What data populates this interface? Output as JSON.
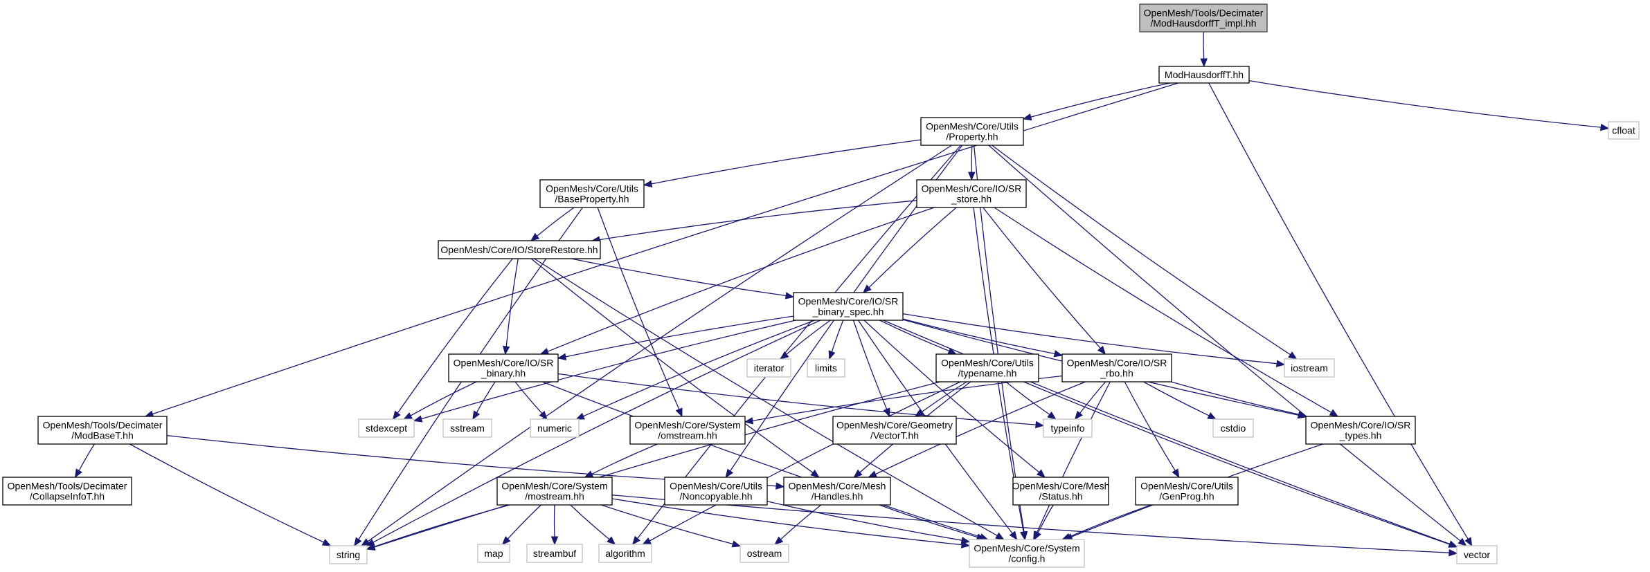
{
  "graph": {
    "title": "Include dependency graph for ModHausdorffT_impl.hh",
    "colors": {
      "edge": "#191970",
      "root_fill": "#bfbfbf",
      "project_border": "#000000",
      "system_border": "#bfbfbf"
    },
    "nodes": [
      {
        "id": "root",
        "kind": "root",
        "lines": [
          "OpenMesh/Tools/Decimater",
          "/ModHausdorffT_impl.hh"
        ]
      },
      {
        "id": "modhausdorff",
        "kind": "project",
        "lines": [
          "ModHausdorffT.hh"
        ]
      },
      {
        "id": "cfloat",
        "kind": "system",
        "lines": [
          "cfloat"
        ]
      },
      {
        "id": "property",
        "kind": "project",
        "lines": [
          "OpenMesh/Core/Utils",
          "/Property.hh"
        ]
      },
      {
        "id": "baseproperty",
        "kind": "project",
        "lines": [
          "OpenMesh/Core/Utils",
          "/BaseProperty.hh"
        ]
      },
      {
        "id": "srstore",
        "kind": "project",
        "lines": [
          "OpenMesh/Core/IO/SR",
          "_store.hh"
        ]
      },
      {
        "id": "storerestore",
        "kind": "project",
        "lines": [
          "OpenMesh/Core/IO/StoreRestore.hh"
        ]
      },
      {
        "id": "srbinaryspec",
        "kind": "project",
        "lines": [
          "OpenMesh/Core/IO/SR",
          "_binary_spec.hh"
        ]
      },
      {
        "id": "srbinary",
        "kind": "project",
        "lines": [
          "OpenMesh/Core/IO/SR",
          "_binary.hh"
        ]
      },
      {
        "id": "iterator",
        "kind": "system",
        "lines": [
          "iterator"
        ]
      },
      {
        "id": "limits",
        "kind": "system",
        "lines": [
          "limits"
        ]
      },
      {
        "id": "typename",
        "kind": "project",
        "lines": [
          "OpenMesh/Core/Utils",
          "/typename.hh"
        ]
      },
      {
        "id": "srrbo",
        "kind": "project",
        "lines": [
          "OpenMesh/Core/IO/SR",
          "_rbo.hh"
        ]
      },
      {
        "id": "iostream",
        "kind": "system",
        "lines": [
          "iostream"
        ]
      },
      {
        "id": "modbase",
        "kind": "project",
        "lines": [
          "OpenMesh/Tools/Decimater",
          "/ModBaseT.hh"
        ]
      },
      {
        "id": "stdexcept",
        "kind": "system",
        "lines": [
          "stdexcept"
        ]
      },
      {
        "id": "sstream",
        "kind": "system",
        "lines": [
          "sstream"
        ]
      },
      {
        "id": "numeric",
        "kind": "system",
        "lines": [
          "numeric"
        ]
      },
      {
        "id": "omstream",
        "kind": "project",
        "lines": [
          "OpenMesh/Core/System",
          "/omstream.hh"
        ]
      },
      {
        "id": "vectort",
        "kind": "project",
        "lines": [
          "OpenMesh/Core/Geometry",
          "/VectorT.hh"
        ]
      },
      {
        "id": "typeinfo",
        "kind": "system",
        "lines": [
          "typeinfo"
        ]
      },
      {
        "id": "cstdio",
        "kind": "system",
        "lines": [
          "cstdio"
        ]
      },
      {
        "id": "srtypes",
        "kind": "project",
        "lines": [
          "OpenMesh/Core/IO/SR",
          "_types.hh"
        ]
      },
      {
        "id": "collapseinfo",
        "kind": "project",
        "lines": [
          "OpenMesh/Tools/Decimater",
          "/CollapseInfoT.hh"
        ]
      },
      {
        "id": "mostream",
        "kind": "project",
        "lines": [
          "OpenMesh/Core/System",
          "/mostream.hh"
        ]
      },
      {
        "id": "noncopyable",
        "kind": "project",
        "lines": [
          "OpenMesh/Core/Utils",
          "/Noncopyable.hh"
        ]
      },
      {
        "id": "handles",
        "kind": "project",
        "lines": [
          "OpenMesh/Core/Mesh",
          "/Handles.hh"
        ]
      },
      {
        "id": "status",
        "kind": "project",
        "lines": [
          "OpenMesh/Core/Mesh",
          "/Status.hh"
        ]
      },
      {
        "id": "genprog",
        "kind": "project",
        "lines": [
          "OpenMesh/Core/Utils",
          "/GenProg.hh"
        ]
      },
      {
        "id": "string",
        "kind": "system",
        "lines": [
          "string"
        ]
      },
      {
        "id": "map",
        "kind": "system",
        "lines": [
          "map"
        ]
      },
      {
        "id": "streambuf",
        "kind": "system",
        "lines": [
          "streambuf"
        ]
      },
      {
        "id": "algorithm",
        "kind": "system",
        "lines": [
          "algorithm"
        ]
      },
      {
        "id": "ostream",
        "kind": "system",
        "lines": [
          "ostream"
        ]
      },
      {
        "id": "config",
        "kind": "system",
        "lines": [
          "OpenMesh/Core/System",
          "/config.h"
        ]
      },
      {
        "id": "vector",
        "kind": "system",
        "lines": [
          "vector"
        ]
      }
    ],
    "edges": [
      [
        "root",
        "modhausdorff"
      ],
      [
        "modhausdorff",
        "modbase"
      ],
      [
        "modhausdorff",
        "property"
      ],
      [
        "modhausdorff",
        "cfloat"
      ],
      [
        "modhausdorff",
        "vector"
      ],
      [
        "modbase",
        "collapseinfo"
      ],
      [
        "modbase",
        "string"
      ],
      [
        "modbase",
        "handles"
      ],
      [
        "property",
        "baseproperty"
      ],
      [
        "property",
        "srstore"
      ],
      [
        "property",
        "string"
      ],
      [
        "property",
        "algorithm"
      ],
      [
        "property",
        "noncopyable"
      ],
      [
        "property",
        "iostream"
      ],
      [
        "property",
        "config"
      ],
      [
        "property",
        "vector"
      ],
      [
        "baseproperty",
        "storerestore"
      ],
      [
        "baseproperty",
        "omstream"
      ],
      [
        "baseproperty",
        "string"
      ],
      [
        "srstore",
        "storerestore"
      ],
      [
        "srstore",
        "srbinary"
      ],
      [
        "srstore",
        "srbinaryspec"
      ],
      [
        "srstore",
        "srrbo"
      ],
      [
        "srstore",
        "srtypes"
      ],
      [
        "srstore",
        "config"
      ],
      [
        "storerestore",
        "srbinaryspec"
      ],
      [
        "storerestore",
        "srbinary"
      ],
      [
        "storerestore",
        "stdexcept"
      ],
      [
        "storerestore",
        "config"
      ],
      [
        "storerestore",
        "handles"
      ],
      [
        "srbinaryspec",
        "srbinary"
      ],
      [
        "srbinaryspec",
        "iterator"
      ],
      [
        "srbinaryspec",
        "limits"
      ],
      [
        "srbinaryspec",
        "typename"
      ],
      [
        "srbinaryspec",
        "srrbo"
      ],
      [
        "srbinaryspec",
        "iostream"
      ],
      [
        "srbinaryspec",
        "stdexcept"
      ],
      [
        "srbinaryspec",
        "numeric"
      ],
      [
        "srbinaryspec",
        "string"
      ],
      [
        "srbinaryspec",
        "vectort"
      ],
      [
        "srbinaryspec",
        "srtypes"
      ],
      [
        "srbinaryspec",
        "config"
      ],
      [
        "srbinaryspec",
        "vector"
      ],
      [
        "srbinaryspec",
        "status"
      ],
      [
        "srbinary",
        "stdexcept"
      ],
      [
        "srbinary",
        "sstream"
      ],
      [
        "srbinary",
        "numeric"
      ],
      [
        "srbinary",
        "typeinfo"
      ],
      [
        "srbinary",
        "config"
      ],
      [
        "typename",
        "vectort"
      ],
      [
        "typename",
        "typeinfo"
      ],
      [
        "typename",
        "string"
      ],
      [
        "typename",
        "algorithm"
      ],
      [
        "typename",
        "handles"
      ],
      [
        "typename",
        "vector"
      ],
      [
        "srrbo",
        "omstream"
      ],
      [
        "srrbo",
        "typeinfo"
      ],
      [
        "srrbo",
        "cstdio"
      ],
      [
        "srrbo",
        "srtypes"
      ],
      [
        "srrbo",
        "genprog"
      ],
      [
        "srrbo",
        "config"
      ],
      [
        "srrbo",
        "handles"
      ],
      [
        "omstream",
        "mostream"
      ],
      [
        "mostream",
        "map"
      ],
      [
        "mostream",
        "streambuf"
      ],
      [
        "mostream",
        "algorithm"
      ],
      [
        "mostream",
        "ostream"
      ],
      [
        "mostream",
        "string"
      ],
      [
        "mostream",
        "config"
      ],
      [
        "mostream",
        "vector"
      ],
      [
        "noncopyable",
        "config"
      ],
      [
        "handles",
        "ostream"
      ],
      [
        "handles",
        "config"
      ],
      [
        "status",
        "config"
      ],
      [
        "genprog",
        "config"
      ],
      [
        "srtypes",
        "config"
      ]
    ]
  }
}
